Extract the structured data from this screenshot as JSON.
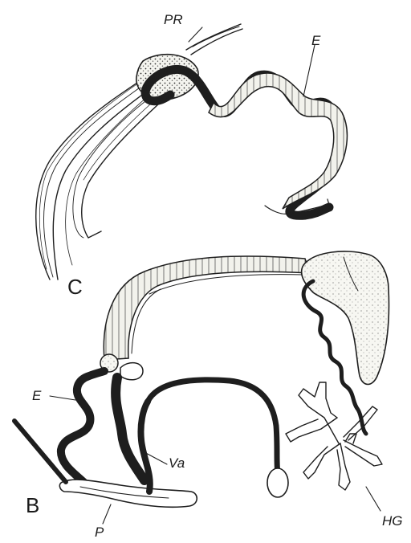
{
  "labels": {
    "pr": "PR",
    "e_top": "E",
    "c": "C",
    "e_bottom": "E",
    "va": "Va",
    "b": "B",
    "p": "P",
    "hg": "HG"
  }
}
